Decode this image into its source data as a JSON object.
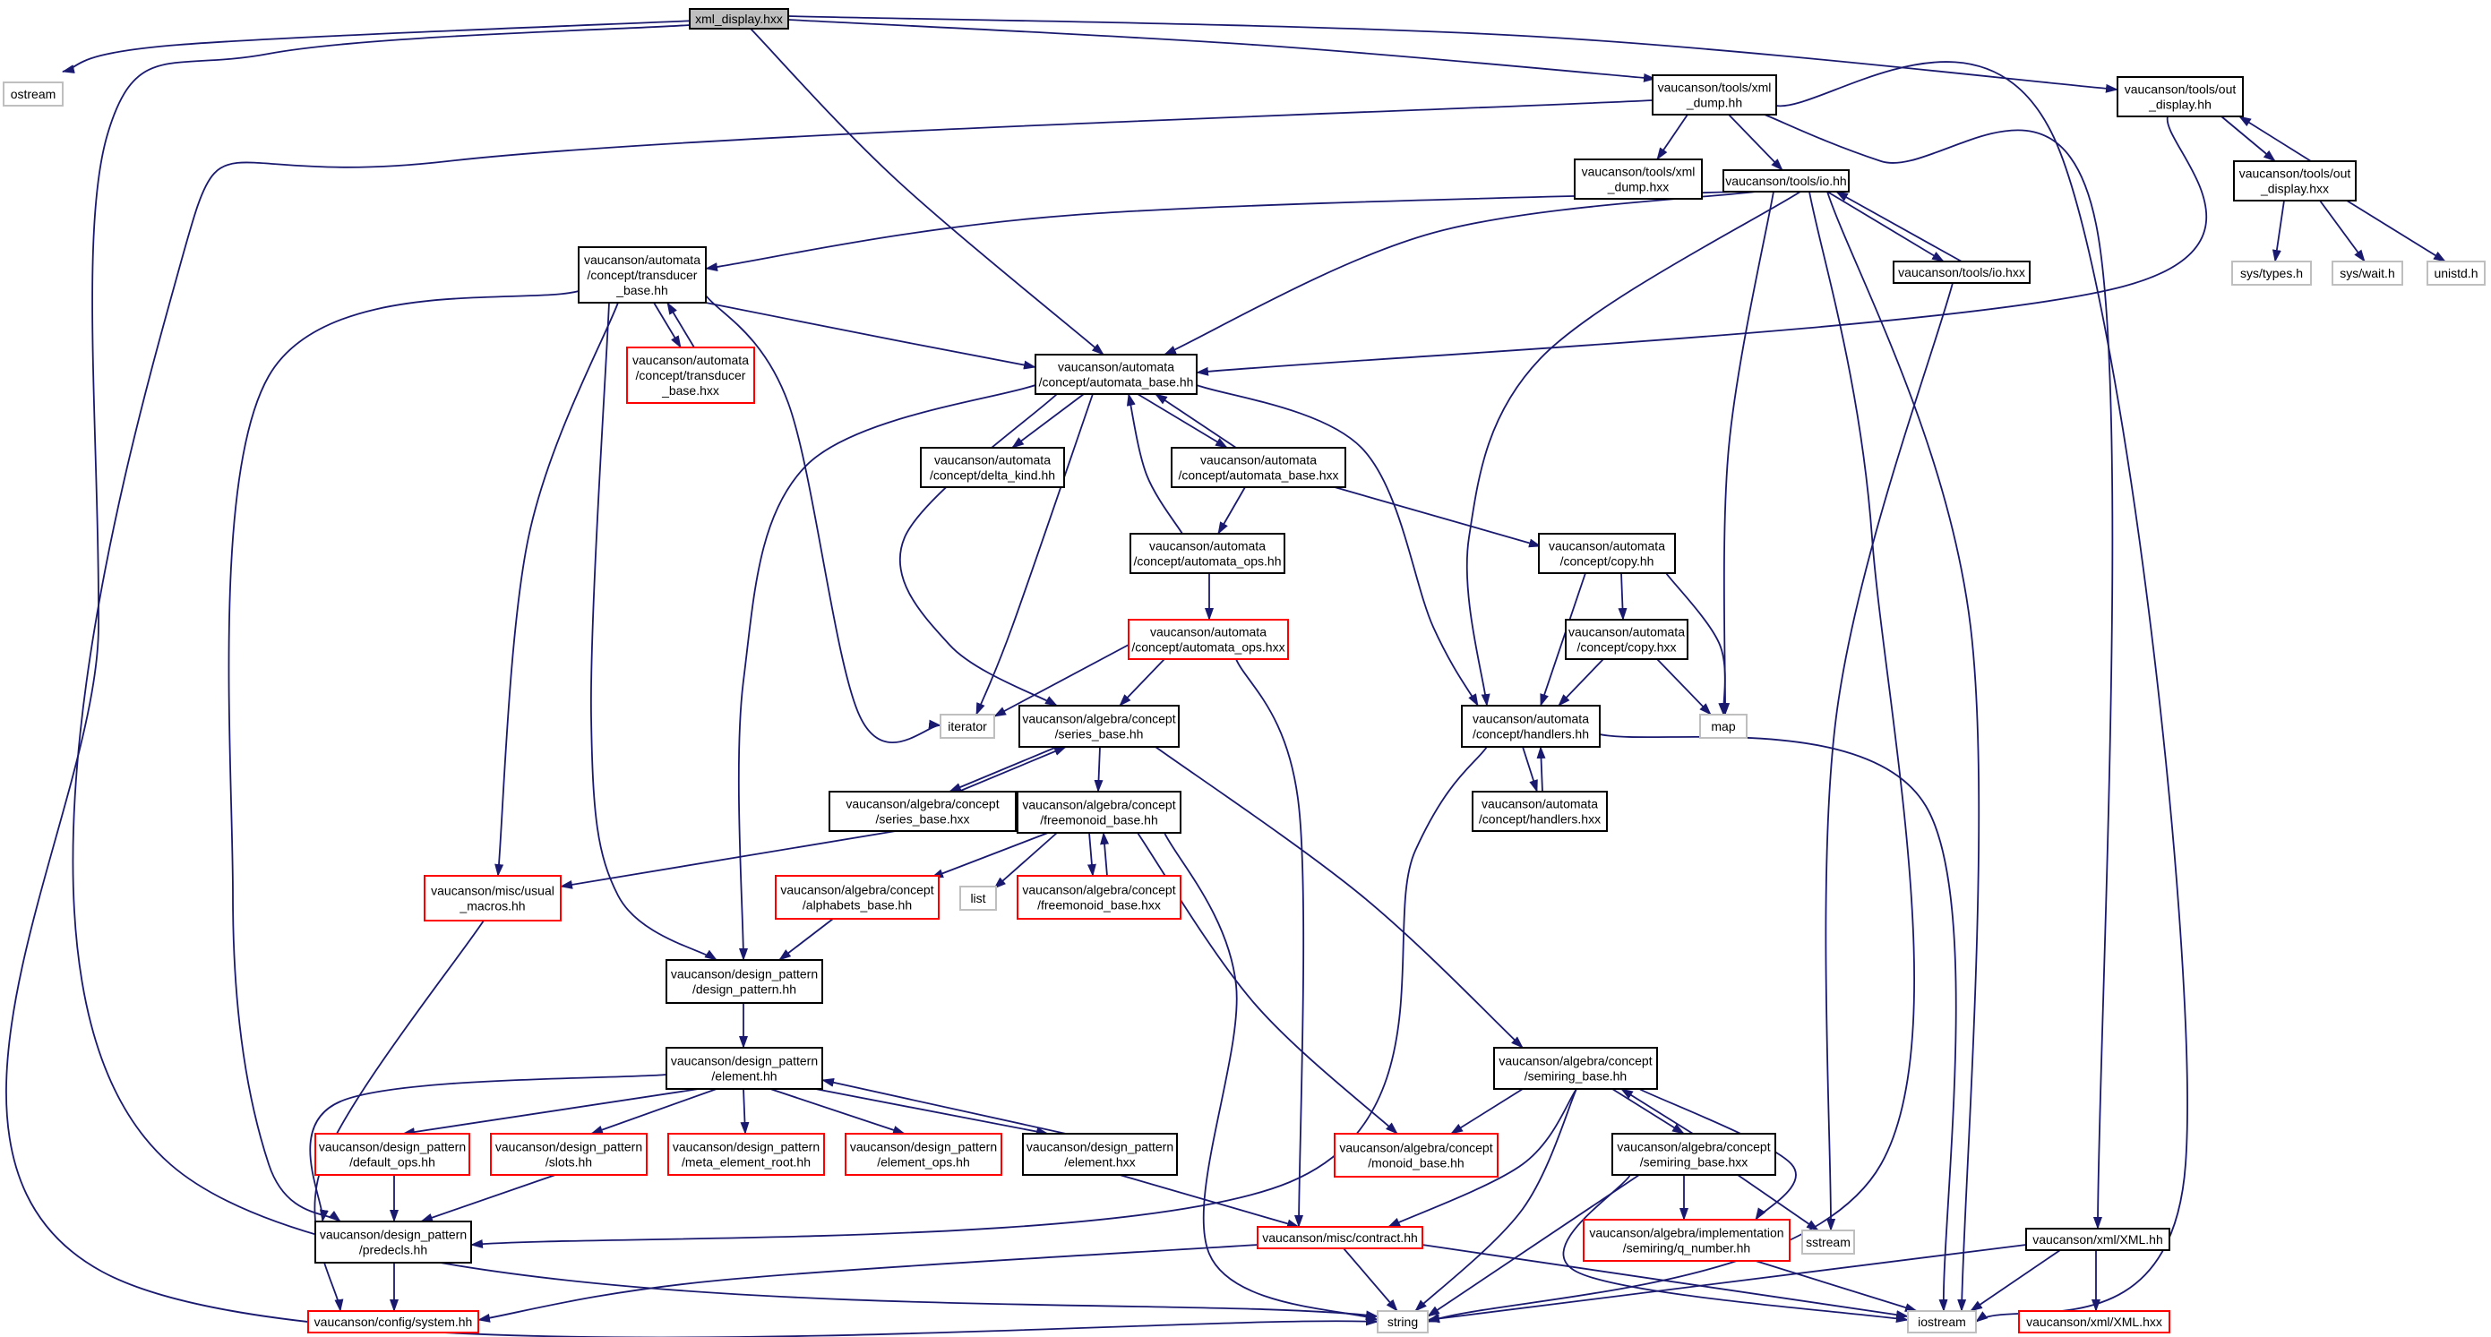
{
  "diagram": {
    "root": "xml_display.hxx",
    "colors": {
      "root_fill": "#bfbfbf",
      "documented_border": "#000000",
      "undocumented_border": "#ff0000",
      "external_border": "#bfbfbf",
      "edge": "#191970"
    },
    "nodes": {
      "root": {
        "lines": [
          "xml_display.hxx"
        ],
        "kind": "root"
      },
      "ostream": {
        "lines": [
          "ostream"
        ],
        "kind": "external"
      },
      "xml_dump_hh": {
        "lines": [
          "vaucanson/tools/xml",
          "_dump.hh"
        ],
        "kind": "documented"
      },
      "out_display_hh": {
        "lines": [
          "vaucanson/tools/out",
          "_display.hh"
        ],
        "kind": "documented"
      },
      "xml_dump_hxx": {
        "lines": [
          "vaucanson/tools/xml",
          "_dump.hxx"
        ],
        "kind": "documented"
      },
      "io_hh": {
        "lines": [
          "vaucanson/tools/io.hh"
        ],
        "kind": "documented"
      },
      "out_display_hxx": {
        "lines": [
          "vaucanson/tools/out",
          "_display.hxx"
        ],
        "kind": "documented"
      },
      "sys_types": {
        "lines": [
          "sys/types.h"
        ],
        "kind": "external"
      },
      "sys_wait": {
        "lines": [
          "sys/wait.h"
        ],
        "kind": "external"
      },
      "unistd": {
        "lines": [
          "unistd.h"
        ],
        "kind": "external"
      },
      "io_hxx": {
        "lines": [
          "vaucanson/tools/io.hxx"
        ],
        "kind": "documented"
      },
      "transducer_base_hh": {
        "lines": [
          "vaucanson/automata",
          "/concept/transducer",
          "_base.hh"
        ],
        "kind": "documented"
      },
      "transducer_base_hxx": {
        "lines": [
          "vaucanson/automata",
          "/concept/transducer",
          "_base.hxx"
        ],
        "kind": "undocumented"
      },
      "automata_base_hh": {
        "lines": [
          "vaucanson/automata",
          "/concept/automata_base.hh"
        ],
        "kind": "documented"
      },
      "delta_kind": {
        "lines": [
          "vaucanson/automata",
          "/concept/delta_kind.hh"
        ],
        "kind": "documented"
      },
      "automata_base_hxx": {
        "lines": [
          "vaucanson/automata",
          "/concept/automata_base.hxx"
        ],
        "kind": "documented"
      },
      "automata_ops_hh": {
        "lines": [
          "vaucanson/automata",
          "/concept/automata_ops.hh"
        ],
        "kind": "documented"
      },
      "copy_hh": {
        "lines": [
          "vaucanson/automata",
          "/concept/copy.hh"
        ],
        "kind": "documented"
      },
      "automata_ops_hxx": {
        "lines": [
          "vaucanson/automata",
          "/concept/automata_ops.hxx"
        ],
        "kind": "undocumented"
      },
      "copy_hxx": {
        "lines": [
          "vaucanson/automata",
          "/concept/copy.hxx"
        ],
        "kind": "documented"
      },
      "iterator": {
        "lines": [
          "iterator"
        ],
        "kind": "external"
      },
      "series_base_hh": {
        "lines": [
          "vaucanson/algebra/concept",
          "/series_base.hh"
        ],
        "kind": "documented"
      },
      "handlers_hh": {
        "lines": [
          "vaucanson/automata",
          "/concept/handlers.hh"
        ],
        "kind": "documented"
      },
      "map": {
        "lines": [
          "map"
        ],
        "kind": "external"
      },
      "series_base_hxx": {
        "lines": [
          "vaucanson/algebra/concept",
          "/series_base.hxx"
        ],
        "kind": "documented"
      },
      "freemonoid_base_hh": {
        "lines": [
          "vaucanson/algebra/concept",
          "/freemonoid_base.hh"
        ],
        "kind": "documented"
      },
      "handlers_hxx": {
        "lines": [
          "vaucanson/automata",
          "/concept/handlers.hxx"
        ],
        "kind": "documented"
      },
      "usual_macros": {
        "lines": [
          "vaucanson/misc/usual",
          "_macros.hh"
        ],
        "kind": "undocumented"
      },
      "alphabets_base": {
        "lines": [
          "vaucanson/algebra/concept",
          "/alphabets_base.hh"
        ],
        "kind": "undocumented"
      },
      "list": {
        "lines": [
          "list"
        ],
        "kind": "external"
      },
      "freemonoid_base_hxx": {
        "lines": [
          "vaucanson/algebra/concept",
          "/freemonoid_base.hxx"
        ],
        "kind": "undocumented"
      },
      "design_pattern_hh": {
        "lines": [
          "vaucanson/design_pattern",
          "/design_pattern.hh"
        ],
        "kind": "documented"
      },
      "element_hh": {
        "lines": [
          "vaucanson/design_pattern",
          "/element.hh"
        ],
        "kind": "documented"
      },
      "semiring_base_hh": {
        "lines": [
          "vaucanson/algebra/concept",
          "/semiring_base.hh"
        ],
        "kind": "documented"
      },
      "default_ops": {
        "lines": [
          "vaucanson/design_pattern",
          "/default_ops.hh"
        ],
        "kind": "undocumented"
      },
      "slots": {
        "lines": [
          "vaucanson/design_pattern",
          "/slots.hh"
        ],
        "kind": "undocumented"
      },
      "meta_element_root": {
        "lines": [
          "vaucanson/design_pattern",
          "/meta_element_root.hh"
        ],
        "kind": "undocumented"
      },
      "element_ops": {
        "lines": [
          "vaucanson/design_pattern",
          "/element_ops.hh"
        ],
        "kind": "undocumented"
      },
      "element_hxx": {
        "lines": [
          "vaucanson/design_pattern",
          "/element.hxx"
        ],
        "kind": "documented"
      },
      "monoid_base": {
        "lines": [
          "vaucanson/algebra/concept",
          "/monoid_base.hh"
        ],
        "kind": "undocumented"
      },
      "semiring_base_hxx": {
        "lines": [
          "vaucanson/algebra/concept",
          "/semiring_base.hxx"
        ],
        "kind": "documented"
      },
      "predecls": {
        "lines": [
          "vaucanson/design_pattern",
          "/predecls.hh"
        ],
        "kind": "documented"
      },
      "contract": {
        "lines": [
          "vaucanson/misc/contract.hh"
        ],
        "kind": "undocumented"
      },
      "q_number": {
        "lines": [
          "vaucanson/algebra/implementation",
          "/semiring/q_number.hh"
        ],
        "kind": "undocumented"
      },
      "sstream": {
        "lines": [
          "sstream"
        ],
        "kind": "external"
      },
      "xml_hh": {
        "lines": [
          "vaucanson/xml/XML.hh"
        ],
        "kind": "documented"
      },
      "system": {
        "lines": [
          "vaucanson/config/system.hh"
        ],
        "kind": "undocumented"
      },
      "string": {
        "lines": [
          "string"
        ],
        "kind": "external"
      },
      "iostream": {
        "lines": [
          "iostream"
        ],
        "kind": "external"
      },
      "xml_hxx": {
        "lines": [
          "vaucanson/xml/XML.hxx"
        ],
        "kind": "undocumented"
      }
    }
  }
}
